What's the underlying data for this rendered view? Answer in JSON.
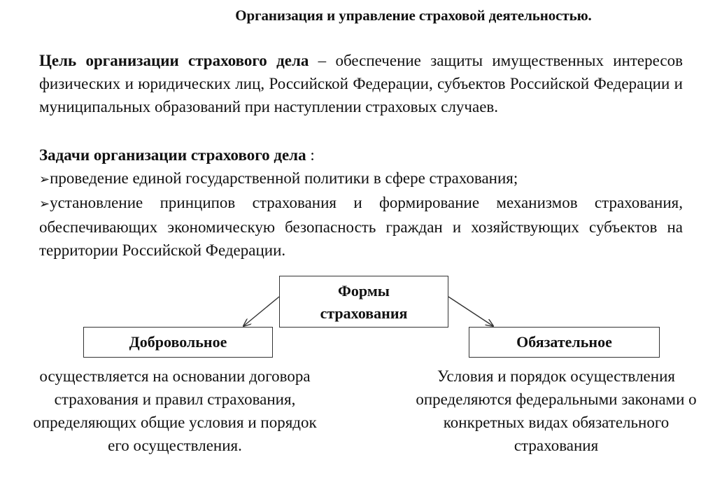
{
  "title": "Организация и управление страховой деятельностью.",
  "goal": {
    "label": "Цель организации страхового дела",
    "text": " – обеспечение защиты имущественных интересов физических и юридических лиц, Российской Федерации, субъектов Российской Федерации и муниципальных образований при наступлении страховых случаев."
  },
  "tasks": {
    "label": "Задачи организации страхового дела",
    "suffix": " :",
    "bullet_mark": "➢",
    "items": [
      "проведение единой государственной политики в сфере страхования;",
      "установление принципов страхования и формирование механизмов страхования, обеспечивающих экономическую безопасность граждан и хозяйствующих субъектов на территории Российской Федерации."
    ]
  },
  "diagram": {
    "root": [
      "Формы",
      "страхования"
    ],
    "voluntary": {
      "label": "Добровольное",
      "description": "осуществляется на основании договора страхования и правил страхования, определяющих общие условия и порядок его осуществления."
    },
    "mandatory": {
      "label": "Обязательное",
      "description": "Условия и порядок осуществления определяются федеральными законами о конкретных видах обязательного страхования"
    }
  }
}
